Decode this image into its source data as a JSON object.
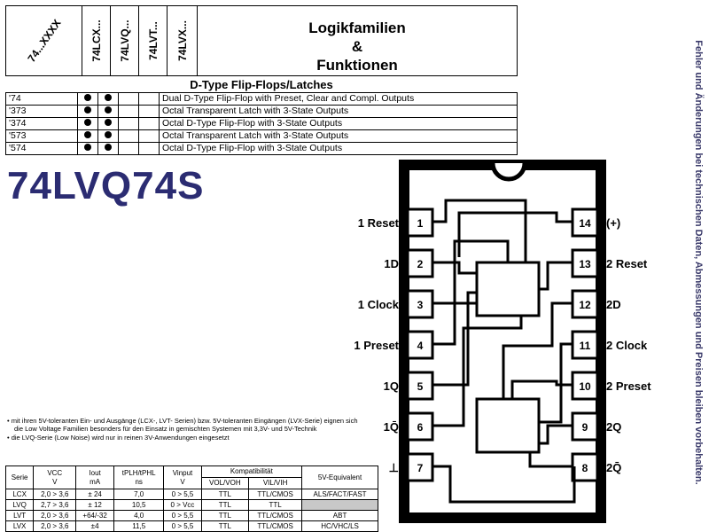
{
  "header": {
    "family_col": "74...XXXX",
    "families": [
      "74LCX...",
      "74LVQ...",
      "74LVT...",
      "74LVX..."
    ],
    "title_line1": "Logikfamilien",
    "title_line2": "&",
    "title_line3": "Funktionen"
  },
  "subtitle": "D-Type Flip-Flops/Latches",
  "functions": [
    {
      "part": "'74",
      "lcx": true,
      "lvq": true,
      "lvt": false,
      "lvx": false,
      "desc": "Dual D-Type Flip-Flop with Preset, Clear and Compl. Outputs"
    },
    {
      "part": "'373",
      "lcx": true,
      "lvq": true,
      "lvt": false,
      "lvx": false,
      "desc": "Octal Transparent Latch with 3-State Outputs"
    },
    {
      "part": "'374",
      "lcx": true,
      "lvq": true,
      "lvt": false,
      "lvx": false,
      "desc": "Octal D-Type Flip-Flop with 3-State Outputs"
    },
    {
      "part": "'573",
      "lcx": true,
      "lvq": true,
      "lvt": false,
      "lvx": false,
      "desc": "Octal Transparent Latch with 3-State Outputs"
    },
    {
      "part": "'574",
      "lcx": true,
      "lvq": true,
      "lvt": false,
      "lvx": false,
      "desc": "Octal D-Type Flip-Flop with 3-State Outputs"
    }
  ],
  "part_number": "74LVQ74S",
  "notes": [
    "mit ihren 5V-toleranten Ein- und Ausgänge (LCX-, LVT- Serien) bzw. 5V-toleranten Eingängen (LVX-Serie) eignen sich die Low Voltage Familien besonders für den Einsatz in gemischten Systemen mit 3,3V- und 5V-Technik",
    "die LVQ-Serie (Low Noise) wird nur in reinen 3V-Anwendungen eingesetzt"
  ],
  "specs": {
    "headers": [
      "Serie",
      "VCC",
      "Iout",
      "tPLH/tPHL",
      "Vinput",
      "Kompatibilität",
      "5V-Equivalent"
    ],
    "units": [
      "",
      "V",
      "mA",
      "ns",
      "V",
      "",
      ""
    ],
    "compat_sub": [
      "VOL/VOH",
      "VIL/VIH"
    ],
    "rows": [
      [
        "LCX",
        "2,0 > 3,6",
        "± 24",
        "7,0",
        "0 > 5,5",
        "TTL",
        "TTL/CMOS",
        "ALS/FACT/FAST"
      ],
      [
        "LVQ",
        "2,7 > 3,6",
        "± 12",
        "10,5",
        "0 > Vcc",
        "TTL",
        "TTL",
        ""
      ],
      [
        "LVT",
        "2,0 > 3,6",
        "+64/-32",
        "4,0",
        "0 > 5,5",
        "TTL",
        "TTL/CMOS",
        "ABT"
      ],
      [
        "LVX",
        "2,0 > 3,6",
        "±4",
        "11,5",
        "0 > 5,5",
        "TTL",
        "TTL/CMOS",
        "HC/VHC/LS"
      ]
    ]
  },
  "pinout": {
    "left_labels": [
      "1 Reset",
      "1D",
      "1 Clock",
      "1 Preset",
      "1Q",
      "1Q̄",
      "⊥"
    ],
    "right_labels": [
      "(+)",
      "2 Reset",
      "2D",
      "2 Clock",
      "2 Preset",
      "2Q",
      "2Q̄"
    ],
    "left_pins": [
      "1",
      "2",
      "3",
      "4",
      "5",
      "6",
      "7"
    ],
    "right_pins": [
      "14",
      "13",
      "12",
      "11",
      "10",
      "9",
      "8"
    ]
  },
  "side_note": "Fehler und Änderungen bei technischen Daten, Abmessungen und Preisen bleiben vorbehalten."
}
